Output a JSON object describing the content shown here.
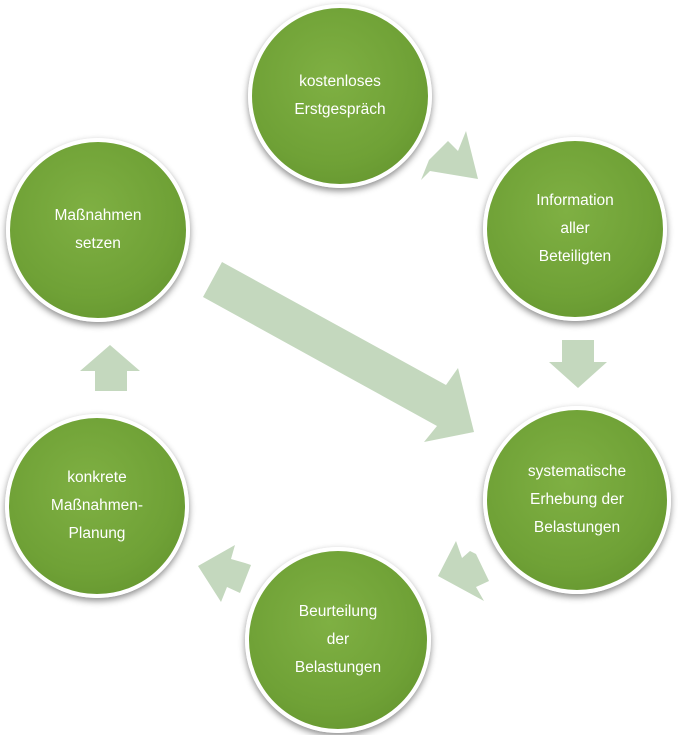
{
  "colors": {
    "circle_fill": "#6fa136",
    "circle_text": "#ffffff",
    "arrow_fill": "#c4d8be"
  },
  "steps": [
    {
      "label": "kostenloses\nErstgespräch"
    },
    {
      "label": "Information\naller\nBeteiligten"
    },
    {
      "label": "systematische\nErhebung der\nBelastungen"
    },
    {
      "label": "Beurteilung\nder\nBelastungen"
    },
    {
      "label": "konkrete\nMaßnahmen-\nPlanung"
    },
    {
      "label": "Maßnahmen\nsetzen"
    }
  ]
}
